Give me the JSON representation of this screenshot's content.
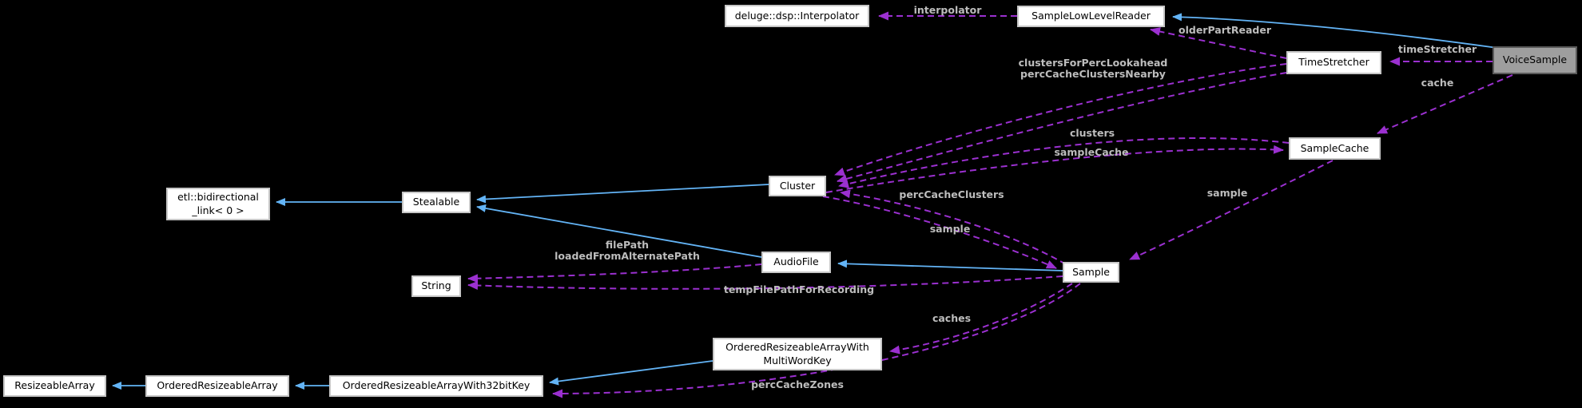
{
  "diagram": {
    "kind": "doxygen-collaboration-graph",
    "focus_node": "VoiceSample"
  },
  "colors": {
    "background": "#000000",
    "box_fill": "#ffffff",
    "box_border": "#c6c6c6",
    "box_text": "#000000",
    "focus_box_fill": "#9e9e9e",
    "inheritance_edge_blue": "#63b4f6",
    "usage_edge_purple": "#9b30d0",
    "edge_label_gray": "#bdbdbd"
  },
  "nodes": [
    {
      "id": "interpolator-class",
      "label": "deluge::dsp::Interpolator"
    },
    {
      "id": "sample-low-level-reader",
      "label": "SampleLowLevelReader"
    },
    {
      "id": "time-stretcher",
      "label": "TimeStretcher"
    },
    {
      "id": "voice-sample",
      "label": "VoiceSample"
    },
    {
      "id": "sample-cache",
      "label": "SampleCache"
    },
    {
      "id": "cluster",
      "label": "Cluster"
    },
    {
      "id": "stealable",
      "label": "Stealable"
    },
    {
      "id": "etl-bidirectional-link",
      "label": "etl::bidirectional",
      "label2": "_link< 0 >"
    },
    {
      "id": "audio-file",
      "label": "AudioFile"
    },
    {
      "id": "string",
      "label": "String"
    },
    {
      "id": "sample",
      "label": "Sample"
    },
    {
      "id": "ordered-resizeable-array-with-multi-word-key",
      "label": "OrderedResizeableArrayWith",
      "label2": "MultiWordKey"
    },
    {
      "id": "resizeable-array",
      "label": "ResizeableArray"
    },
    {
      "id": "ordered-resizeable-array",
      "label": "OrderedResizeableArray"
    },
    {
      "id": "ordered-resizeable-array-with-32bit-key",
      "label": "OrderedResizeableArrayWith32bitKey"
    }
  ],
  "edges": [
    {
      "from": "SampleLowLevelReader",
      "to": "deluge::dsp::Interpolator",
      "type": "usage",
      "label": "interpolator"
    },
    {
      "from": "TimeStretcher",
      "to": "SampleLowLevelReader",
      "type": "usage",
      "label": "olderPartReader"
    },
    {
      "from": "VoiceSample",
      "to": "TimeStretcher",
      "type": "usage",
      "label": "timeStretcher"
    },
    {
      "from": "VoiceSample",
      "to": "SampleCache",
      "type": "usage",
      "label": "cache"
    },
    {
      "from": "TimeStretcher",
      "to": "Cluster",
      "type": "usage",
      "label": "clustersForPercLookahead",
      "label2": "percCacheClustersNearby"
    },
    {
      "from": "SampleCache",
      "to": "Cluster",
      "type": "usage",
      "label": "clusters"
    },
    {
      "from": "Cluster",
      "to": "SampleCache",
      "type": "usage",
      "label": "sampleCache"
    },
    {
      "from": "Sample",
      "to": "Cluster",
      "type": "usage",
      "label": "percCacheClusters"
    },
    {
      "from": "Cluster",
      "to": "Sample",
      "type": "usage",
      "label": "sample"
    },
    {
      "from": "SampleCache",
      "to": "Sample",
      "type": "usage",
      "label": "sample"
    },
    {
      "from": "AudioFile",
      "to": "String",
      "type": "usage",
      "label": "filePath",
      "label2": "loadedFromAlternatePath"
    },
    {
      "from": "Sample",
      "to": "String",
      "type": "usage",
      "label": "tempFilePathForRecording"
    },
    {
      "from": "Sample",
      "to": "OrderedResizeableArrayWithMultiWordKey",
      "type": "usage",
      "label": "caches"
    },
    {
      "from": "Sample",
      "to": "OrderedResizeableArrayWith32bitKey",
      "type": "usage",
      "label": "percCacheZones"
    },
    {
      "from": "VoiceSample",
      "to": "SampleLowLevelReader",
      "type": "inheritance",
      "label": ""
    },
    {
      "from": "Sample",
      "to": "AudioFile",
      "type": "inheritance",
      "label": ""
    },
    {
      "from": "Cluster",
      "to": "Stealable",
      "type": "inheritance",
      "label": ""
    },
    {
      "from": "AudioFile",
      "to": "Stealable",
      "type": "inheritance",
      "label": ""
    },
    {
      "from": "Stealable",
      "to": "etl::bidirectional_link< 0 >",
      "type": "inheritance",
      "label": ""
    },
    {
      "from": "OrderedResizeableArrayWithMultiWordKey",
      "to": "OrderedResizeableArrayWith32bitKey",
      "type": "inheritance",
      "label": ""
    },
    {
      "from": "OrderedResizeableArrayWith32bitKey",
      "to": "OrderedResizeableArray",
      "type": "inheritance",
      "label": ""
    },
    {
      "from": "OrderedResizeableArray",
      "to": "ResizeableArray",
      "type": "inheritance",
      "label": ""
    }
  ]
}
